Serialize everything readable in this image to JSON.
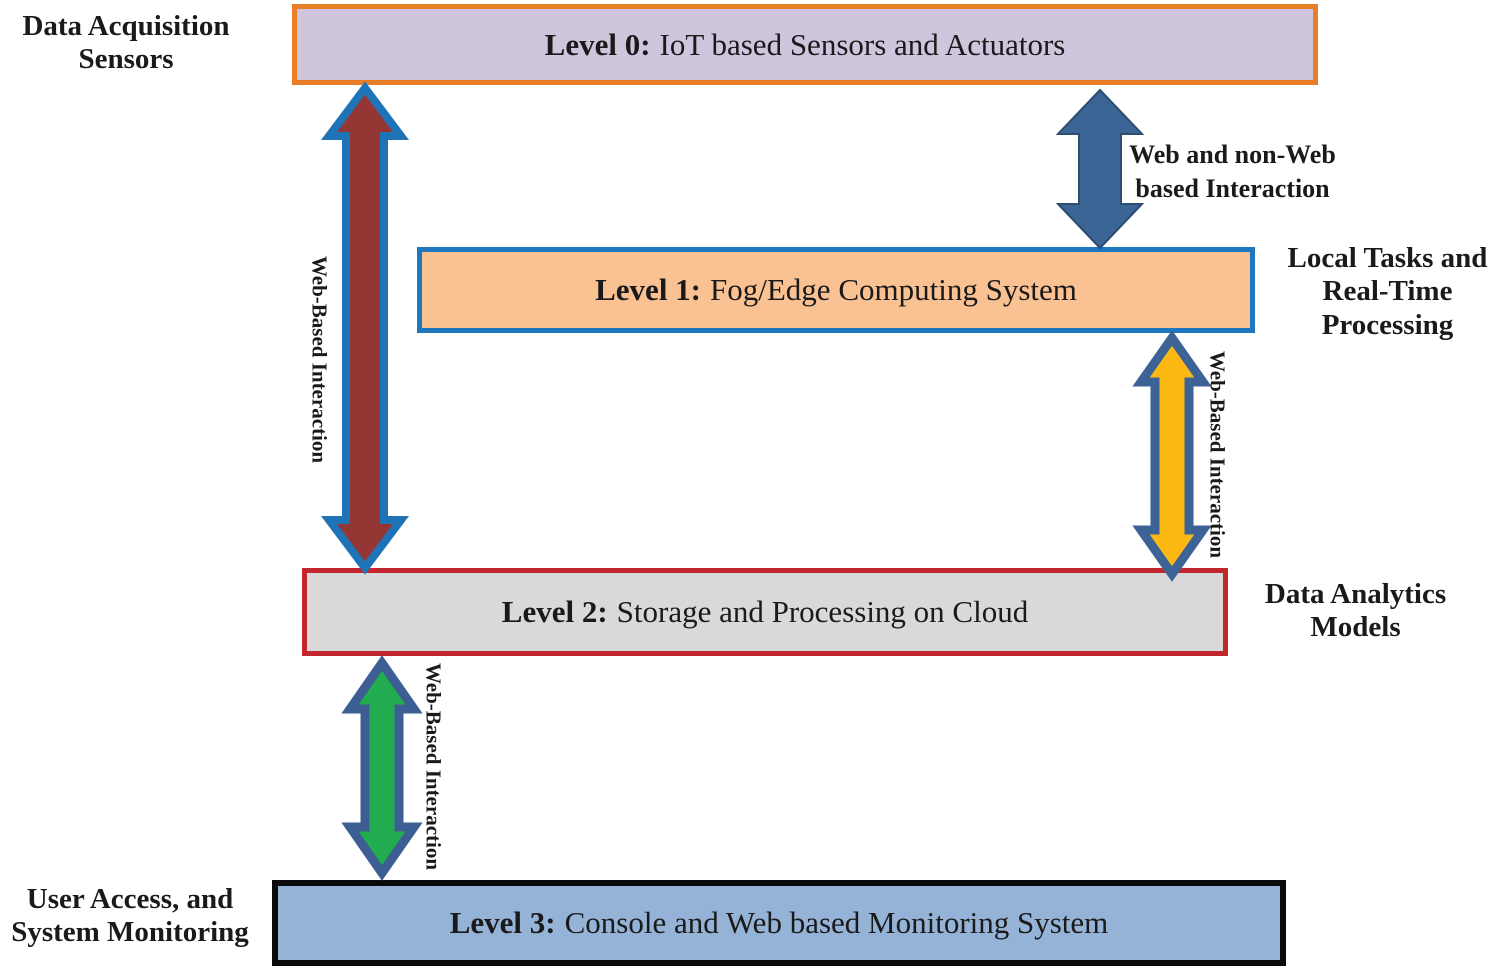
{
  "colors": {
    "level0_fill": "#cfc5dd",
    "level0_border": "#e87e27",
    "level1_fill": "#fac192",
    "level1_border": "#1f78bf",
    "level2_fill": "#d9d9d9",
    "level2_border": "#c2272d",
    "level3_fill": "#95b3d7",
    "level3_border": "#0a0a0a",
    "arrow_maroon_fill": "#943634",
    "arrow_maroon_outline": "#1f74b8",
    "arrow_steelblue_fill": "#3a6595",
    "arrow_steelblue_outline": "#2c4d71",
    "arrow_yellow_fill": "#fcb813",
    "arrow_yellow_outline": "#3d6396",
    "arrow_green_fill": "#22ab4f",
    "arrow_green_outline": "#3d5e93",
    "text": "#1a1a1a"
  },
  "levels": [
    {
      "prefix": "Level 0:",
      "name": "IoT based Sensors and Actuators"
    },
    {
      "prefix": "Level 1:",
      "name": "Fog/Edge Computing System"
    },
    {
      "prefix": "Level 2:",
      "name": "Storage and Processing on Cloud"
    },
    {
      "prefix": "Level 3:",
      "name": "Console and Web based Monitoring System"
    }
  ],
  "side_labels": {
    "top_left": {
      "lines": [
        "Data Acquisition",
        "Sensors"
      ]
    },
    "right_level1": {
      "lines": [
        "Local Tasks and",
        "Real-Time",
        "Processing"
      ]
    },
    "right_level2": {
      "lines": [
        "Data Analytics",
        "Models"
      ]
    },
    "bottom_left": {
      "lines": [
        "User Access, and",
        "System Monitoring"
      ]
    }
  },
  "arrow_labels": {
    "web_nonweb": {
      "lines": [
        "Web and non-Web",
        "based Interaction"
      ]
    },
    "web_based": "Web-Based Interaction"
  }
}
